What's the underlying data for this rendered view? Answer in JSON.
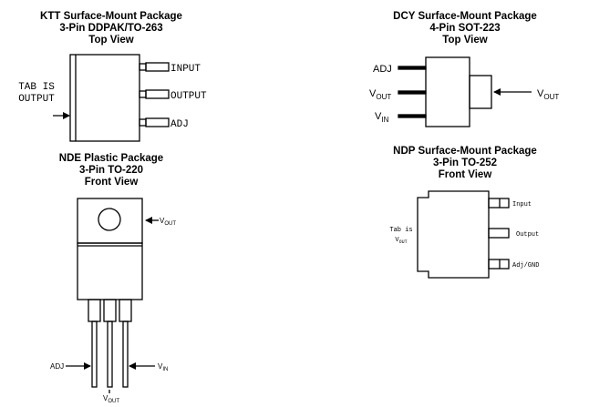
{
  "packages": {
    "ktt": {
      "line1": "KTT Surface-Mount Package",
      "line2": "3-Pin DDPAK/TO-263",
      "line3": "Top View",
      "pins": [
        "INPUT",
        "OUTPUT",
        "ADJ"
      ],
      "tab_line1": "TAB IS",
      "tab_line2": "OUTPUT"
    },
    "dcy": {
      "line1": "DCY Surface-Mount Package",
      "line2": "4-Pin SOT-223",
      "line3": "Top View",
      "pin_adj": "ADJ",
      "pin_vout": "V",
      "pin_vout_sub": "OUT",
      "pin_vin": "V",
      "pin_vin_sub": "IN",
      "tab_label": "V",
      "tab_label_sub": "OUT"
    },
    "nde": {
      "line1": "NDE Plastic Package",
      "line2": "3-Pin TO-220",
      "line3": "Front View",
      "tab_label": "V",
      "tab_label_sub": "OUT",
      "pin_adj": "ADJ",
      "pin_vin": "V",
      "pin_vin_sub": "IN",
      "pin_vout": "V",
      "pin_vout_sub": "OUT"
    },
    "ndp": {
      "line1": "NDP Surface-Mount Package",
      "line2": "3-Pin TO-252",
      "line3": "Front View",
      "pins": [
        "Input",
        "Output",
        "Adj/GND"
      ],
      "tab_line1": "Tab is",
      "tab_line2": "V",
      "tab_line2_sub": "OUT"
    }
  }
}
